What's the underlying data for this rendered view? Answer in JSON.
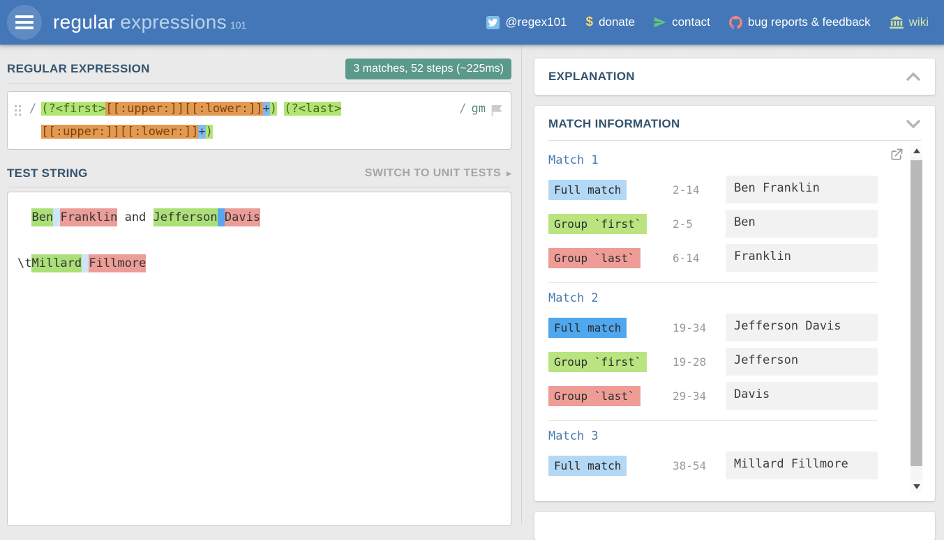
{
  "navbar": {
    "logo": {
      "word1": "regular",
      "word2": "expressions",
      "suffix": "101"
    },
    "links": [
      {
        "id": "twitter",
        "icon": "twitter-icon",
        "label": "@regex101"
      },
      {
        "id": "donate",
        "icon": "dollar-icon",
        "label": "donate"
      },
      {
        "id": "contact",
        "icon": "paper-plane-icon",
        "label": "contact"
      },
      {
        "id": "bug-reports",
        "icon": "github-icon",
        "label": "bug reports & feedback"
      },
      {
        "id": "wiki",
        "icon": "bank-icon",
        "label": "wiki"
      }
    ]
  },
  "regex_section": {
    "title": "REGULAR EXPRESSION",
    "status_badge": "3 matches, 52 steps (~225ms)",
    "delimiter": "/",
    "flags": "gm",
    "lines": [
      [
        {
          "text": "(?<first>",
          "type": "group"
        },
        {
          "text": "[[:upper:]][[:lower:]]",
          "type": "charclass"
        },
        {
          "text": "+",
          "type": "quantifier"
        },
        {
          "text": ")",
          "type": "group"
        },
        {
          "text": " ",
          "type": "plain"
        },
        {
          "text": "(?<last>",
          "type": "group"
        }
      ],
      [
        {
          "text": "[[:upper:]][[:lower:]]",
          "type": "charclass"
        },
        {
          "text": "+",
          "type": "quantifier"
        },
        {
          "text": ")",
          "type": "group"
        }
      ]
    ]
  },
  "test_section": {
    "title": "TEST STRING",
    "switch_label": "SWITCH TO UNIT TESTS",
    "switch_arrow": "▸",
    "lines": [
      [
        {
          "text": "  ",
          "highlight": "none"
        },
        {
          "text": "Ben",
          "highlight": "group-first"
        },
        {
          "text": " ",
          "highlight": "match"
        },
        {
          "text": "Franklin",
          "highlight": "group-last"
        },
        {
          "text": " and ",
          "highlight": "none"
        },
        {
          "text": "Jefferson",
          "highlight": "group-first"
        },
        {
          "text": " ",
          "highlight": "match-active"
        },
        {
          "text": "Davis",
          "highlight": "group-last"
        }
      ],
      [],
      [
        {
          "text": "\\t",
          "highlight": "none"
        },
        {
          "text": "Millard",
          "highlight": "group-first"
        },
        {
          "text": " ",
          "highlight": "match"
        },
        {
          "text": "Fillmore",
          "highlight": "group-last"
        }
      ]
    ]
  },
  "explanation": {
    "title": "EXPLANATION"
  },
  "match_info": {
    "title": "MATCH INFORMATION",
    "matches": [
      {
        "name": "Match 1",
        "rows": [
          {
            "label": "Full match",
            "style": "full",
            "range": "2-14",
            "value": "Ben Franklin"
          },
          {
            "label": "Group `first`",
            "style": "first",
            "range": "2-5",
            "value": "Ben"
          },
          {
            "label": "Group `last`",
            "style": "last",
            "range": "6-14",
            "value": "Franklin"
          }
        ]
      },
      {
        "name": "Match 2",
        "rows": [
          {
            "label": "Full match",
            "style": "full-active",
            "range": "19-34",
            "value": "Jefferson Davis"
          },
          {
            "label": "Group `first`",
            "style": "first",
            "range": "19-28",
            "value": "Jefferson"
          },
          {
            "label": "Group `last`",
            "style": "last",
            "range": "29-34",
            "value": "Davis"
          }
        ]
      },
      {
        "name": "Match 3",
        "rows": [
          {
            "label": "Full match",
            "style": "full",
            "range": "38-54",
            "value": "Millard Fillmore"
          }
        ]
      }
    ]
  },
  "colors": {
    "navbar_bg": "#4377b7",
    "heading": "#33536e",
    "badge_bg": "#5b998a",
    "regex_group_bg": "#b2e573",
    "regex_charclass_bg": "#e29a52",
    "regex_quantifier_bg": "#85b9ea",
    "full_match_bg": "#b3d8f6",
    "full_match_active_bg": "#4fa7ee",
    "group_first_bg": "#b9e47f",
    "group_last_bg": "#ee9c96"
  }
}
